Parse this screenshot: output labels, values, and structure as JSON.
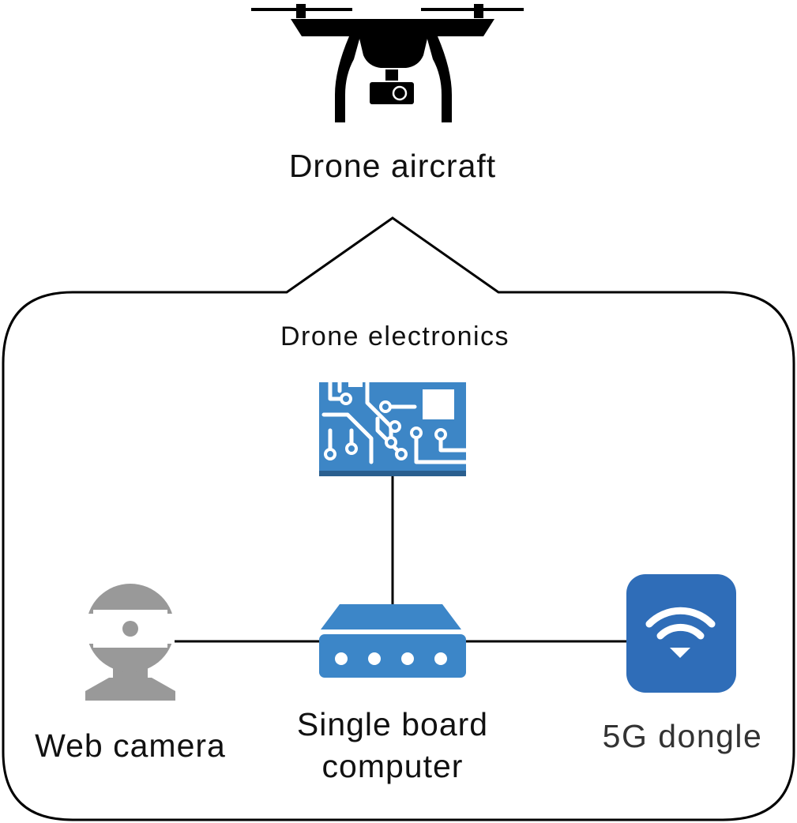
{
  "diagram": {
    "top_node": {
      "label": "Drone aircraft",
      "icon": "drone-icon"
    },
    "group": {
      "label": "Drone electronics"
    },
    "nodes": [
      {
        "id": "circuit",
        "label": "",
        "icon": "circuit-board-icon"
      },
      {
        "id": "sbc",
        "label_lines": [
          "Single board",
          "computer"
        ],
        "icon": "router-icon"
      },
      {
        "id": "camera",
        "label": "Web camera",
        "icon": "webcam-icon"
      },
      {
        "id": "dongle",
        "label": "5G dongle",
        "icon": "wifi-icon"
      }
    ],
    "colors": {
      "line": "#000000",
      "circuit_blue": "#3d86c6",
      "router_blue": "#3c86c8",
      "wifi_blue": "#2f6db8",
      "camera_gray": "#999999"
    }
  }
}
